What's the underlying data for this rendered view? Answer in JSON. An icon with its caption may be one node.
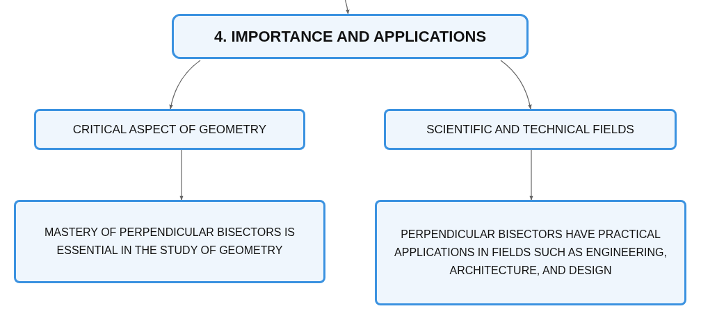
{
  "diagram": {
    "nodes": [
      {
        "text": [
          "4. IMPORTANCE AND APPLICATIONS"
        ]
      },
      {
        "text": [
          "CRITICAL ASPECT OF GEOMETRY"
        ]
      },
      {
        "text": [
          "SCIENTIFIC AND TECHNICAL FIELDS"
        ]
      },
      {
        "text": [
          "MASTERY OF PERPENDICULAR BISECTORS IS ESSENTIAL IN THE STUDY OF GEOMETRY"
        ]
      },
      {
        "text": [
          "PERPENDICULAR BISECTORS HAVE PRACTICAL APPLICATIONS IN FIELDS SUCH AS ENGINEERING, ARCHITECTURE, AND DESIGN"
        ]
      }
    ],
    "edges": [
      {
        "from": null,
        "to": 0,
        "arrow": "to"
      },
      {
        "from": 0,
        "to": 1,
        "arrow": "to"
      },
      {
        "from": 0,
        "to": 2,
        "arrow": "to"
      },
      {
        "from": 1,
        "to": 3,
        "arrow": "to"
      },
      {
        "from": 2,
        "to": 4,
        "arrow": "to"
      }
    ]
  }
}
